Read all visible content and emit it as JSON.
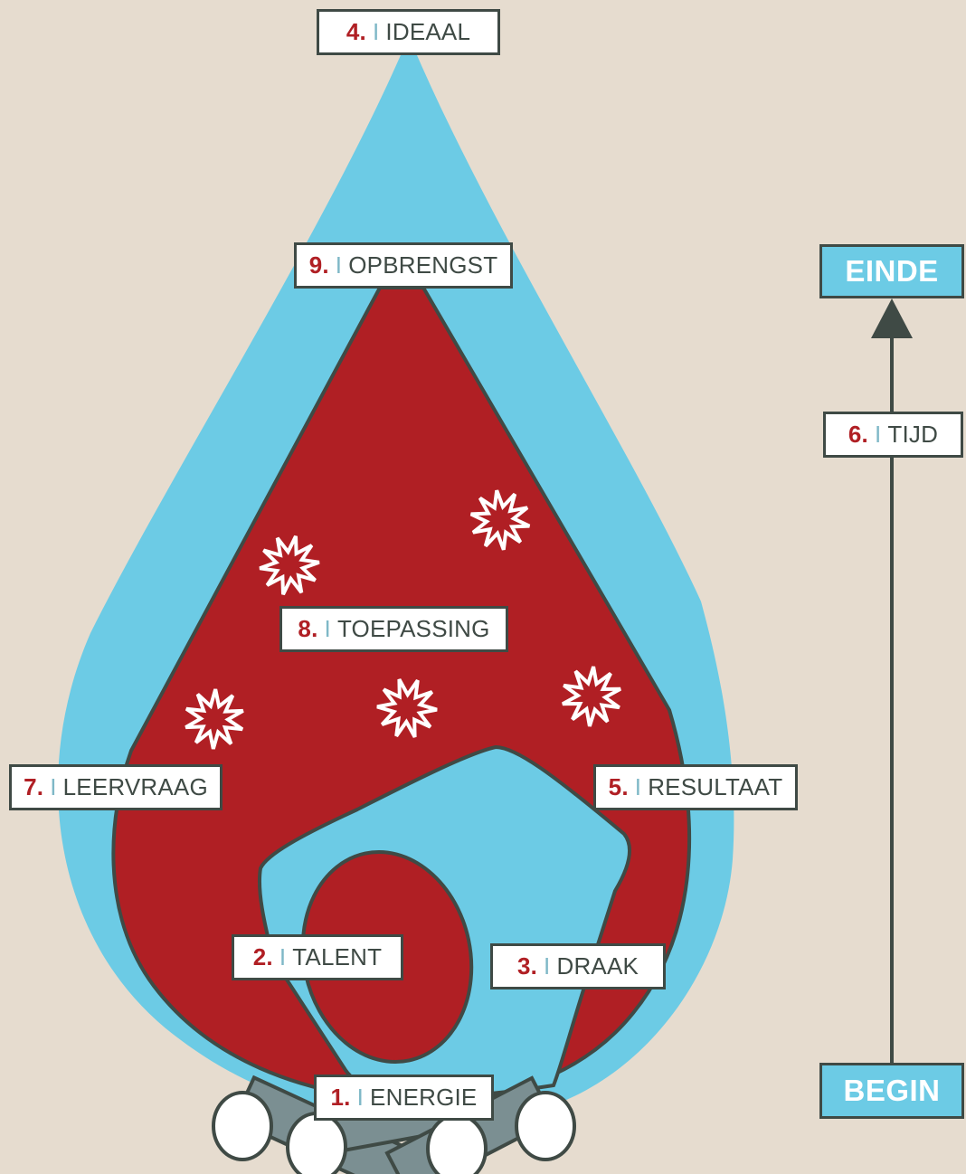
{
  "colors": {
    "background": "#e6dccf",
    "outer_flame": "#6ccbe5",
    "inner_flame": "#b01f24",
    "outline": "#3f4a45",
    "log_end": "#ffffff",
    "log_side": "#7b8f92",
    "separator": "#7fb8c7"
  },
  "separator": "I",
  "labels": {
    "energie": {
      "num": "1.",
      "text": "ENERGIE"
    },
    "talent": {
      "num": "2.",
      "text": "TALENT"
    },
    "draak": {
      "num": "3.",
      "text": "DRAAK"
    },
    "ideaal": {
      "num": "4.",
      "text": "IDEAAL"
    },
    "resultaat": {
      "num": "5.",
      "text": "RESULTAAT"
    },
    "tijd": {
      "num": "6.",
      "text": "TIJD"
    },
    "leervraag": {
      "num": "7.",
      "text": "LEERVRAAG"
    },
    "toepassing": {
      "num": "8.",
      "text": "TOEPASSING"
    },
    "opbrengst": {
      "num": "9.",
      "text": "OPBRENGST"
    }
  },
  "timeline": {
    "end_label": "EINDE",
    "begin_label": "BEGIN"
  },
  "icons": {
    "sparks": "spark-burst-icon",
    "logs": "firewood-log-icon",
    "arrow": "arrow-up-icon"
  }
}
